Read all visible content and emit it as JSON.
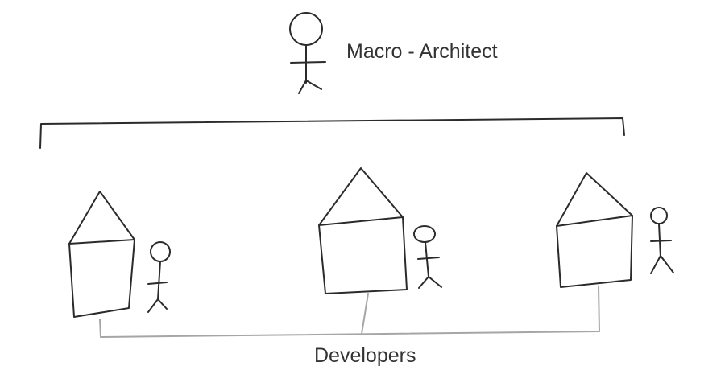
{
  "labels": {
    "architect": "Macro - Architect",
    "developers": "Developers"
  },
  "colors": {
    "ink": "#2b2b2b",
    "connector": "#a6a6a6",
    "label_text": "#333333",
    "background": "#ffffff"
  },
  "diagram": {
    "roles": [
      "architect",
      "developer",
      "developer",
      "developer"
    ],
    "house_count": 3
  }
}
